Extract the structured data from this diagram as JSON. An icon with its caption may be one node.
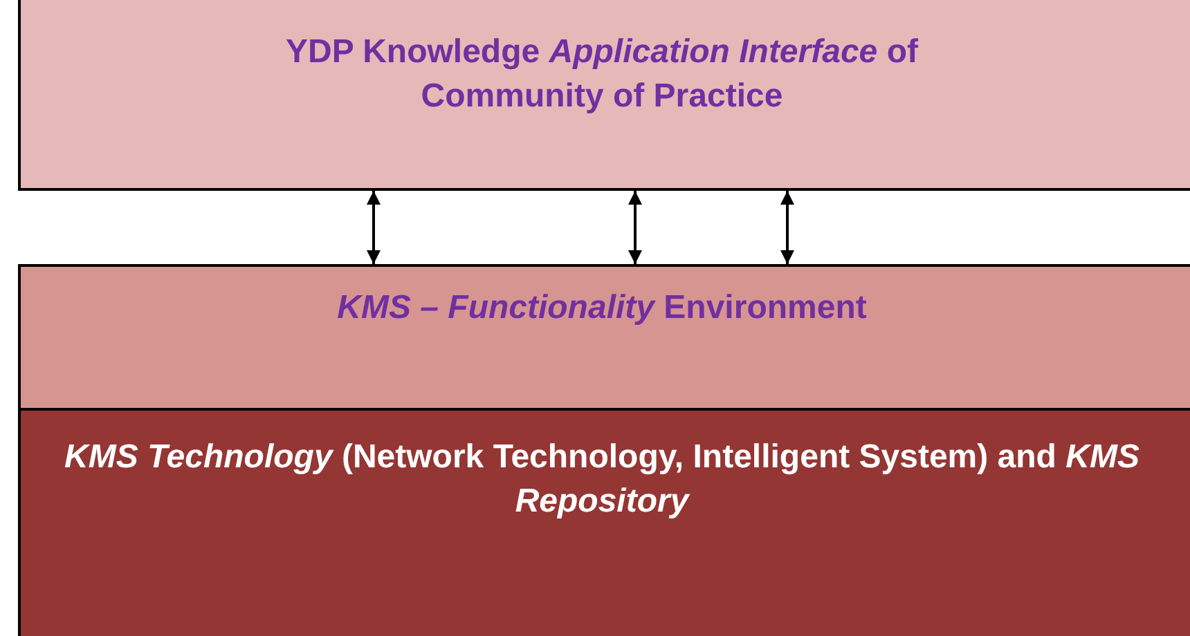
{
  "diagram": {
    "nodes": [
      {
        "text": [
          "YDP Knowledge *Application Interface* of Community of Practice"
        ]
      },
      {
        "text": [
          "*KMS – Functionality* Environment"
        ]
      },
      {
        "text": [
          "*KMS Technology* (Network Technology, Intelligent System) and *KMS Repository*"
        ]
      }
    ],
    "edges": [
      {
        "from": 0,
        "to": 1,
        "arrow": "both"
      },
      {
        "from": 0,
        "to": 1,
        "arrow": "both"
      },
      {
        "from": 0,
        "to": 1,
        "arrow": "both"
      }
    ]
  }
}
